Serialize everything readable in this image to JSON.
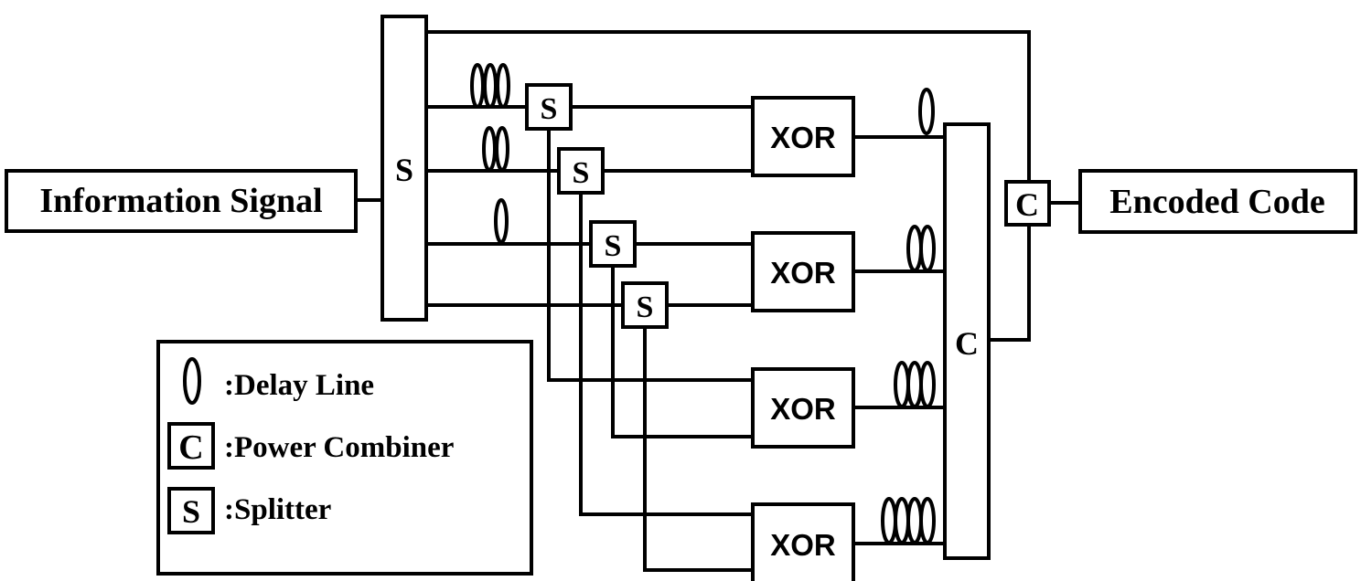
{
  "blocks": {
    "input_label": "Information Signal",
    "output_label": "Encoded Code",
    "main_splitter": "S",
    "main_combiner": "C",
    "final_combiner": "C",
    "splitter_label": "S",
    "xor_label": "XOR"
  },
  "legend": {
    "delay_line": ":Delay Line",
    "power_combiner_symbol": "C",
    "power_combiner": ":Power Combiner",
    "splitter_symbol": "S",
    "splitter": ":Splitter"
  }
}
